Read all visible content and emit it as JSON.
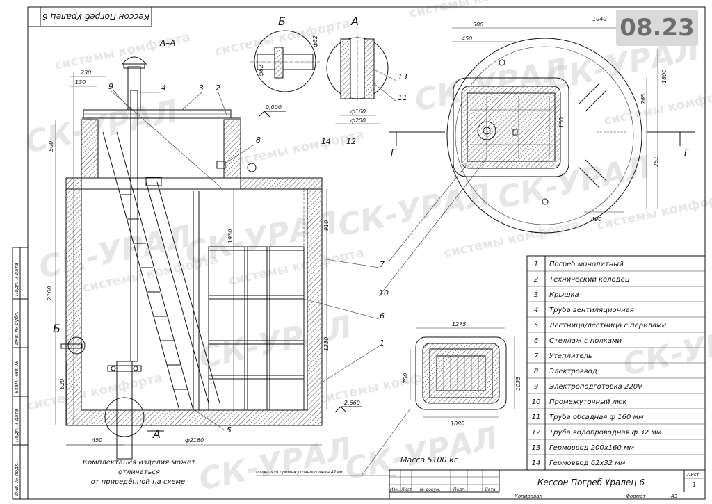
{
  "title_stamp": "Кессон Погреб Уралец 6",
  "title_block": {
    "name": "Кессон Погреб Уралец 6",
    "sheet_label": "Лист",
    "sheet_number": "1",
    "row_labels": [
      "Изм.",
      "Лист",
      "№ докум.",
      "Подп.",
      "Дата"
    ],
    "copied": "Копировал",
    "format_label": "Формат",
    "format_value": "А3"
  },
  "drawing_code": "08.23",
  "section_label": "А–А",
  "view_labels": {
    "b": "Б",
    "a": "А",
    "b_side": "Б",
    "a_bottom": "А",
    "g_left": "Г",
    "g_right": "Г"
  },
  "mass": "Масса 5100 кг",
  "note": [
    "Комплектация изделия может",
    "отличаться",
    "от приведённой на схеме."
  ],
  "shelf_note": "полка для промежуточного люка 47мм",
  "levels": {
    "top": "0,000",
    "bottom": "-2,660"
  },
  "left_stamp": [
    "Инв. № подл.",
    "Подп. и дата",
    "Взам. инв. №",
    "Инв. № дубл.",
    "Подп. и дата"
  ],
  "watermarks": {
    "brand": "СК-УРАЛ",
    "tagline": "системы комфорта"
  },
  "dimensions": {
    "section": [
      "230",
      "130",
      "500",
      "2160",
      "620",
      "450",
      "ф2160",
      "1930",
      "910",
      "1250"
    ],
    "detail": [
      "ф32",
      "ф62",
      "ф160",
      "ф200"
    ],
    "plan": [
      "1040",
      "500",
      "450",
      "1800",
      "765",
      "751",
      "150",
      "490"
    ],
    "hatch_plan": [
      "1275",
      "750",
      "1035",
      "1080"
    ]
  },
  "callouts": [
    "1",
    "2",
    "3",
    "4",
    "5",
    "6",
    "7",
    "8",
    "9",
    "10",
    "11",
    "12",
    "13",
    "14"
  ],
  "legend": [
    {
      "num": "1",
      "text": "Погреб монолитный"
    },
    {
      "num": "2",
      "text": "Технический колодец"
    },
    {
      "num": "3",
      "text": "Крышка"
    },
    {
      "num": "4",
      "text": "Труба вентиляционная"
    },
    {
      "num": "5",
      "text": "Лестница/лестница с перилами"
    },
    {
      "num": "6",
      "text": "Стеллаж с полками"
    },
    {
      "num": "7",
      "text": "Утеплитель"
    },
    {
      "num": "8",
      "text": "Электроввод"
    },
    {
      "num": "9",
      "text": "Электроподготовка 220V"
    },
    {
      "num": "10",
      "text": "Промежуточный люк"
    },
    {
      "num": "11",
      "text": "Труба обсадная ф 160 мм"
    },
    {
      "num": "12",
      "text": "Труба водопроводная ф 32 мм"
    },
    {
      "num": "13",
      "text": "Гермоввод 200х160 мм"
    },
    {
      "num": "14",
      "text": "Гермоввод 62х32 мм"
    }
  ]
}
